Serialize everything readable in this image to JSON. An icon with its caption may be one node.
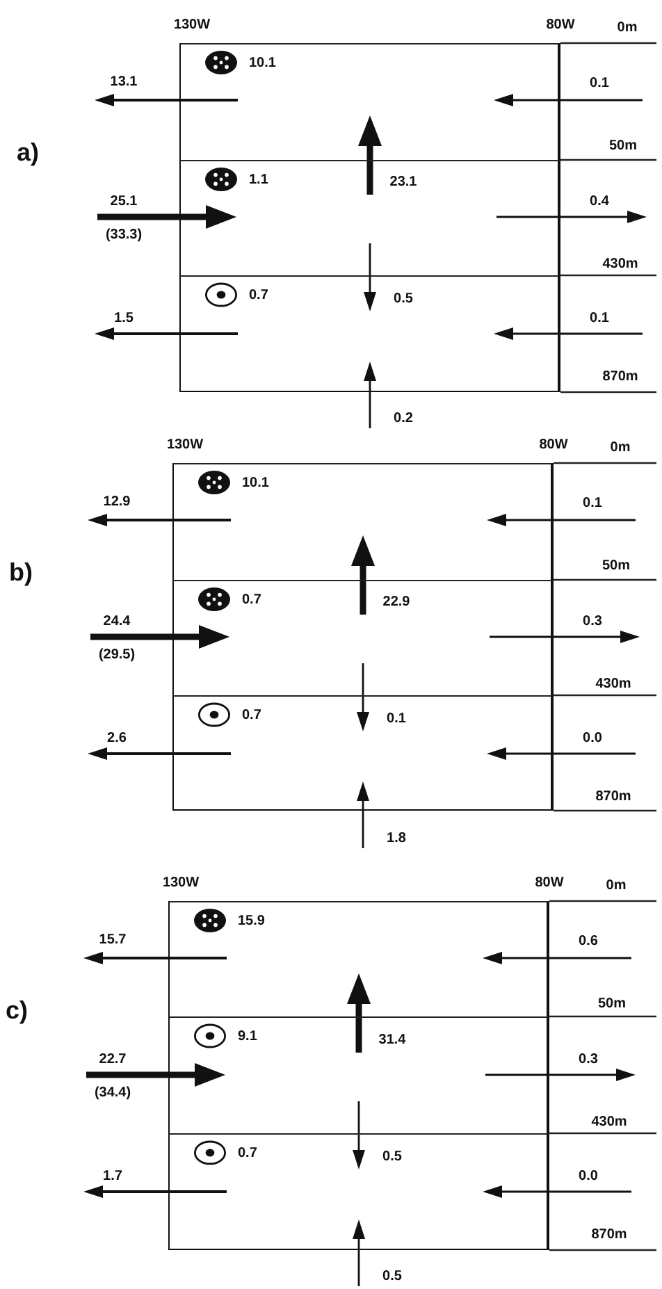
{
  "diagram": {
    "nodes": [
      {
        "text": [],
        "shape": "box"
      },
      {
        "text": [],
        "shape": "cross",
        "in": 0,
        "beside": [
          "10.1"
        ]
      },
      {
        "text": [],
        "shape": "box"
      },
      {
        "text": [],
        "shape": "cross",
        "in": 2,
        "beside": [
          "1.1"
        ]
      },
      {
        "text": [],
        "shape": "box"
      },
      {
        "text": [],
        "shape": "dot",
        "in": 4,
        "beside": [
          "0.7"
        ]
      },
      {
        "text": [],
        "shape": "box"
      },
      {
        "text": [],
        "shape": "cross",
        "in": 6,
        "beside": [
          "10.1"
        ]
      },
      {
        "text": [],
        "shape": "box"
      },
      {
        "text": [],
        "shape": "cross",
        "in": 8,
        "beside": [
          "0.7"
        ]
      },
      {
        "text": [],
        "shape": "box"
      },
      {
        "text": [],
        "shape": "dot",
        "in": 10,
        "beside": [
          "0.7"
        ]
      },
      {
        "text": [],
        "shape": "box"
      },
      {
        "text": [],
        "shape": "cross",
        "in": 12,
        "beside": [
          "15.9"
        ]
      },
      {
        "text": [],
        "shape": "box"
      },
      {
        "text": [],
        "shape": "dot",
        "in": 14,
        "beside": [
          "9.1"
        ]
      },
      {
        "text": [],
        "shape": "box"
      },
      {
        "text": [],
        "shape": "dot",
        "in": 16,
        "beside": [
          "0.7"
        ]
      }
    ],
    "labels": [
      "130W",
      "80W",
      "0m",
      "13.1",
      "0.1",
      "50m",
      "a)",
      "23.1",
      "25.1",
      "0.4",
      "(33.3)",
      "430m",
      "0.5",
      "1.5",
      "0.1",
      "870m",
      "0.2",
      "130W",
      "80W",
      "0m",
      "12.9",
      "0.1",
      "50m",
      "b)",
      "22.9",
      "24.4",
      "0.3",
      "(29.5)",
      "430m",
      "0.1",
      "2.6",
      "0.0",
      "870m",
      "1.8",
      "130W",
      "80W",
      "0m",
      "15.7",
      "0.6",
      "50m",
      "c)",
      "31.4",
      "22.7",
      "0.3",
      "(34.4)",
      "430m",
      "0.5",
      "1.7",
      "0.0",
      "870m",
      "0.5"
    ]
  }
}
